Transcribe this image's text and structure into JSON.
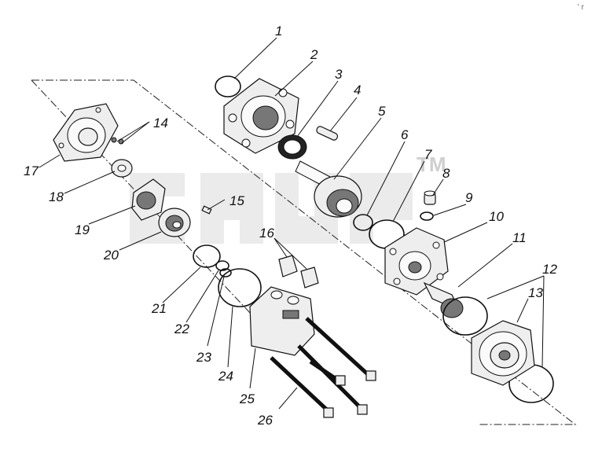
{
  "callouts": [
    "1",
    "2",
    "3",
    "4",
    "5",
    "6",
    "7",
    "8",
    "9",
    "10",
    "11",
    "12",
    "13",
    "14",
    "15",
    "16",
    "17",
    "18",
    "19",
    "20",
    "21",
    "22",
    "23",
    "24",
    "25",
    "26"
  ],
  "watermark": {
    "mark": "TM"
  },
  "corner_mark": "' r"
}
